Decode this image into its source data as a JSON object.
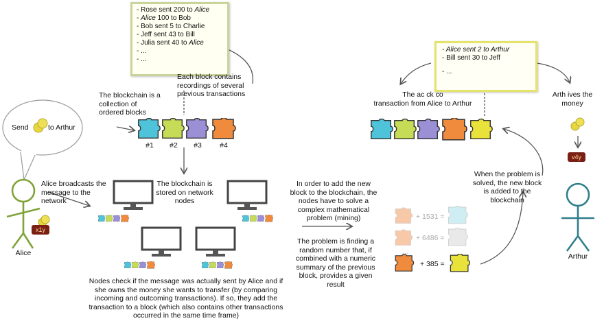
{
  "ledger_note": {
    "items": [
      "- Rose sent 200 to ",
      "- ",
      "- Bob sent 5 to Charlie",
      "- Jeff sent 43 to Bill",
      "- Julia sent 40 to ",
      "- ...",
      "- ..."
    ],
    "italic": [
      "Alice",
      "Alice",
      "",
      "",
      "Alice",
      "",
      ""
    ],
    "tail": [
      "",
      " 100 to Bob",
      "",
      "",
      "",
      "",
      ""
    ]
  },
  "new_block_note": {
    "line1_italic": "- Alice sent 2 to Arthur",
    "line2": "- Bill sent 30 to Jeff",
    "line3": "- ..."
  },
  "labels": {
    "send_bubble_left": "Send",
    "send_bubble_right": "to Arthur",
    "blockchain_collection": "The blockchain is a collection of ordered blocks",
    "each_block": "Each block contains recordings of several previous transactions",
    "block_numbers": [
      "#1",
      "#2",
      "#3",
      "#4"
    ],
    "broadcast": "Alice broadcasts the message to the network",
    "stored": "The blockchain is stored on network nodes",
    "alice": "Alice",
    "arthur": "Arthur",
    "wallet_alice": "x1y",
    "wallet_arthur": "v4y",
    "nodes_check": "Nodes check if the message was actually sent by Alice and if she owns the money she wants to transfer (by comparing incoming and outcoming transactions). If so, they add the transaction to a block (which also contains other transactions occurred in the same time frame)",
    "mining": "In order to add the new block to the blockchain, the nodes have to solve a complex mathematical problem (mining)",
    "problem": "The problem is finding a random number that, if combined with a numeric summary of the previous block, provides a given result",
    "actual_block": "The ac     ck co\ntransaction from Alice to Arthur",
    "solved": "When the problem is solved, the new block is added to the blockchain",
    "arthur_receives": "Arth      ives the money",
    "mining_rows": [
      "+ 1531 =",
      "+ 6486 =",
      "...",
      "+ 385 ="
    ]
  },
  "colors": {
    "cyan": "#4fc3d9",
    "lime": "#c6dc56",
    "purple": "#9b8fd6",
    "orange": "#f08a3c",
    "yellow": "#e8e23a",
    "stick_green": "#7fa338",
    "stick_teal": "#2f7f8a",
    "coin": "#e6d640"
  }
}
